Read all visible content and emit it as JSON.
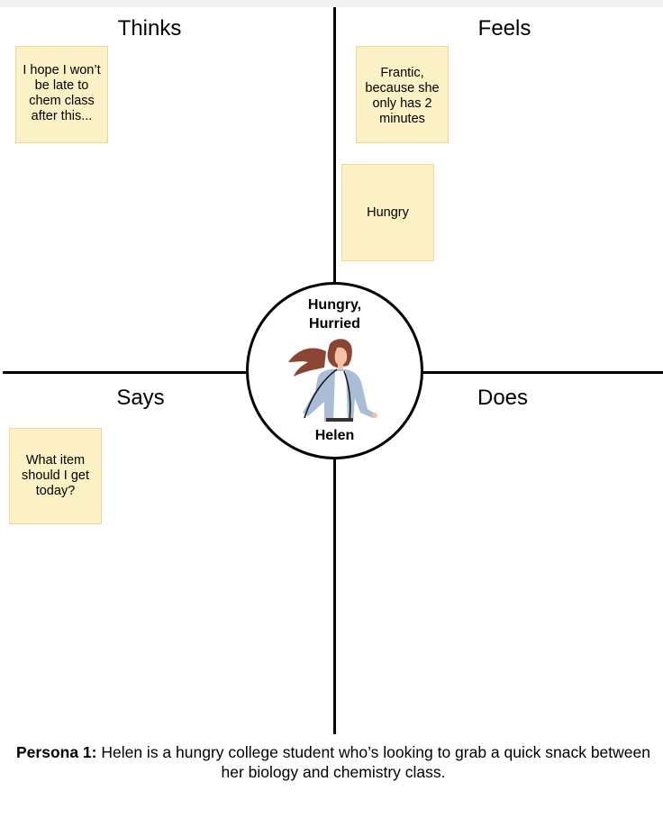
{
  "quadrants": {
    "thinks": {
      "label": "Thinks",
      "notes": [
        "I hope I won’t be late to chem class after this..."
      ]
    },
    "feels": {
      "label": "Feels",
      "notes": [
        "Frantic, because she only has 2 minutes",
        "Hungry"
      ]
    },
    "says": {
      "label": "Says",
      "notes": [
        "What item should I get today?"
      ]
    },
    "does": {
      "label": "Does",
      "notes": []
    }
  },
  "persona": {
    "mood": "Hungry,\nHurried",
    "name": "Helen",
    "avatar_icon": "woman-walking-illustration"
  },
  "caption": {
    "label": "Persona 1:",
    "text": " Helen is a hungry college student who’s looking to grab a quick snack between her biology and chemistry class."
  },
  "colors": {
    "sticky_fill": "#fcf1c4",
    "sticky_border": "#ecd79b",
    "lines": "#000000"
  }
}
